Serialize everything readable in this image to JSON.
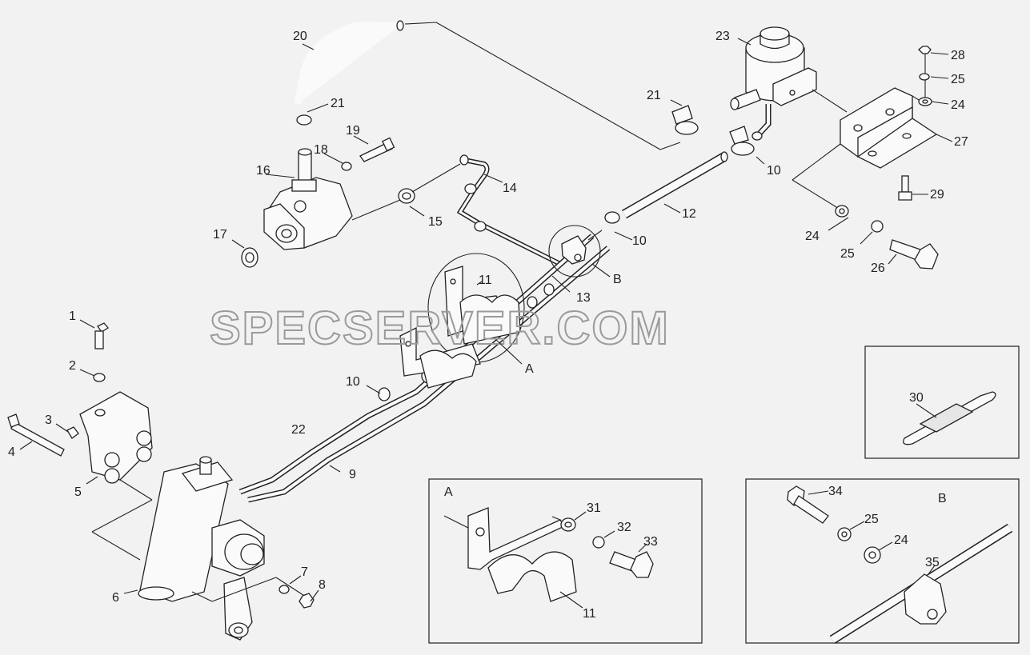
{
  "watermark": "SPECSERVER.COM",
  "detail_labels": {
    "A_main": "A",
    "B_main": "B",
    "A_inset": "A",
    "B_inset": "B"
  },
  "callouts": {
    "c1": "1",
    "c2": "2",
    "c3": "3",
    "c4": "4",
    "c5": "5",
    "c6": "6",
    "c7": "7",
    "c8": "8",
    "c9": "9",
    "c10a": "10",
    "c10b": "10",
    "c10c": "10",
    "c11a": "11",
    "c11b": "11",
    "c12": "12",
    "c13": "13",
    "c14": "14",
    "c15": "15",
    "c16": "16",
    "c17": "17",
    "c18": "18",
    "c19": "19",
    "c20": "20",
    "c21a": "21",
    "c21b": "21",
    "c22": "22",
    "c23": "23",
    "c24a": "24",
    "c24b": "24",
    "c24c": "24",
    "c25a": "25",
    "c25b": "25",
    "c25c": "25",
    "c26": "26",
    "c27": "27",
    "c28": "28",
    "c29": "29",
    "c30": "30",
    "c31": "31",
    "c32": "32",
    "c33": "33",
    "c34": "34",
    "c35": "35"
  }
}
